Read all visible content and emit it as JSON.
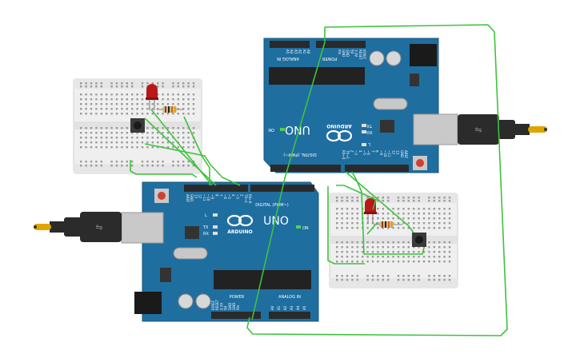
{
  "board_top": {
    "brand": "ARDUINO",
    "model": "UNO",
    "on_label": "ON",
    "power_label": "POWER",
    "analog_label": "ANALOG IN",
    "digital_label": "DIGITAL (PWM~)",
    "tx_label": "TX",
    "rx_label": "RX",
    "l_label": "L",
    "power_pins": [
      "IOREF",
      "RESET",
      "3.3V",
      "5V",
      "GND",
      "GND",
      "Vin"
    ],
    "analog_pins": [
      "A0",
      "A1",
      "A2",
      "A3",
      "A4",
      "A5"
    ],
    "digital_pins": [
      "AREF",
      "GND",
      "13",
      "12",
      "~11",
      "~10",
      "~9",
      "8",
      "7",
      "~6",
      "~5",
      "4",
      "~3",
      "2",
      "TX→1",
      "RX←0"
    ]
  },
  "board_bottom": {
    "brand": "ARDUINO",
    "model": "UNO",
    "on_label": "ON",
    "power_label": "POWER",
    "analog_label": "ANALOG IN",
    "digital_label": "DIGITAL (PWM~)",
    "tx_label": "TX",
    "rx_label": "RX",
    "l_label": "L",
    "power_pins": [
      "IOREF",
      "RESET",
      "3.3V",
      "5V",
      "GND",
      "GND",
      "Vin"
    ],
    "analog_pins": [
      "A0",
      "A1",
      "A2",
      "A3",
      "A4",
      "A5"
    ],
    "digital_pins": [
      "AREF",
      "GND",
      "13",
      "12",
      "~11",
      "~10",
      "~9",
      "8",
      "7",
      "~6",
      "~5",
      "4",
      "~3",
      "2",
      "TX→1",
      "RX←0"
    ]
  },
  "colors": {
    "board": "#1f6ea0",
    "wire": "#3ec23e",
    "led": "#b81818",
    "breadboard": "#f0f0f0"
  }
}
